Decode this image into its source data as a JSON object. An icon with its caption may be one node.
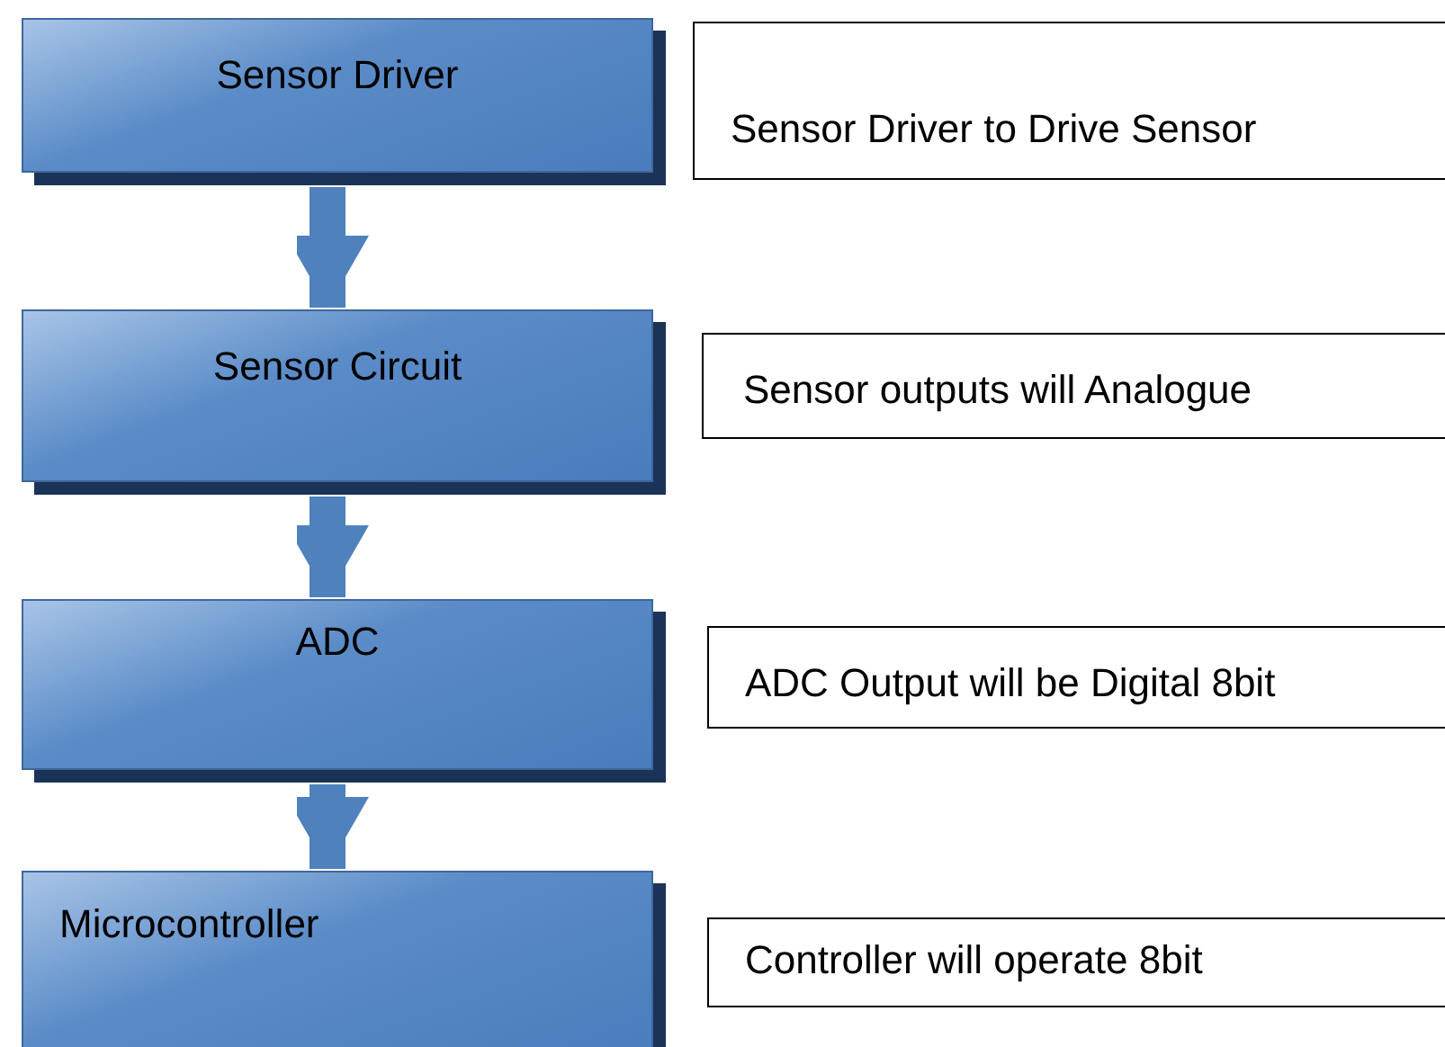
{
  "diagram": {
    "nodes": [
      {
        "text": [
          "Sensor Driver"
        ]
      },
      {
        "text": [
          "Sensor Circuit"
        ]
      },
      {
        "text": [
          "ADC"
        ]
      },
      {
        "text": [
          "Microcontroller"
        ]
      },
      {
        "text": [
          "Sensor Driver to Drive Sensor"
        ]
      },
      {
        "text": [
          "Sensor outputs will Analogue"
        ]
      },
      {
        "text": [
          "ADC Output will be Digital 8bit"
        ]
      },
      {
        "text": [
          "Controller will operate 8bit"
        ]
      }
    ],
    "edges": [
      {
        "from": 0,
        "to": 1,
        "arrow": "to"
      },
      {
        "from": 1,
        "to": 2,
        "arrow": "to"
      },
      {
        "from": 2,
        "to": 3,
        "arrow": "to"
      }
    ]
  }
}
